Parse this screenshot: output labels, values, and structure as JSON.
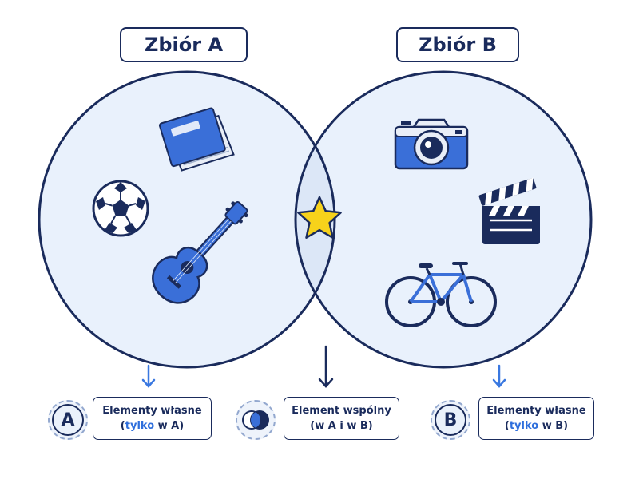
{
  "sets": {
    "a": {
      "title": "Zbiór A"
    },
    "b": {
      "title": "Zbiór B"
    }
  },
  "items": {
    "only_a": [
      "book-icon",
      "soccer-ball-icon",
      "guitar-icon"
    ],
    "common": [
      "star-icon"
    ],
    "only_b": [
      "camera-icon",
      "clapperboard-icon",
      "bicycle-icon"
    ]
  },
  "legend": {
    "a": {
      "badge": "A",
      "line1": "Elementy własne",
      "line2_pre": "(",
      "line2_accent": "tylko",
      "line2_post": " w A)"
    },
    "common": {
      "line1": "Element wspólny",
      "line2": "(w A i w B)"
    },
    "b": {
      "badge": "B",
      "line1": "Elementy własne",
      "line2_pre": "(",
      "line2_accent": "tylko",
      "line2_post": " w B)"
    }
  },
  "colors": {
    "outline": "#1a2b5c",
    "fill": "#e9f1fc",
    "icon_blue": "#3a6fd8",
    "accent": "#2f6fdc",
    "star": "#f7d21b"
  }
}
